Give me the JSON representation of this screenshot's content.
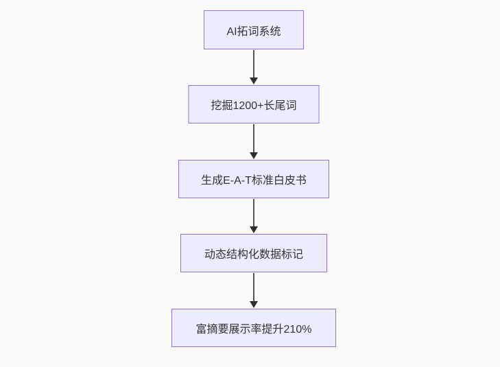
{
  "diagram": {
    "type": "flowchart",
    "direction": "top-down",
    "nodes": [
      {
        "id": "A",
        "label": "AI拓词系统"
      },
      {
        "id": "B",
        "label": "挖掘1200+长尾词"
      },
      {
        "id": "C",
        "label": "生成E-A-T标准白皮书"
      },
      {
        "id": "D",
        "label": "动态结构化数据标记"
      },
      {
        "id": "E",
        "label": "富摘要展示率提升210%"
      }
    ],
    "edges": [
      {
        "from": "A",
        "to": "B"
      },
      {
        "from": "B",
        "to": "C"
      },
      {
        "from": "C",
        "to": "D"
      },
      {
        "from": "D",
        "to": "E"
      }
    ]
  },
  "colors": {
    "page-bg": "#fafafa",
    "node-fill": "#ececff",
    "node-border": "#9370db",
    "node-text": "#333333",
    "arrow-line": "#555555",
    "arrow-head": "#2f2f2f"
  }
}
